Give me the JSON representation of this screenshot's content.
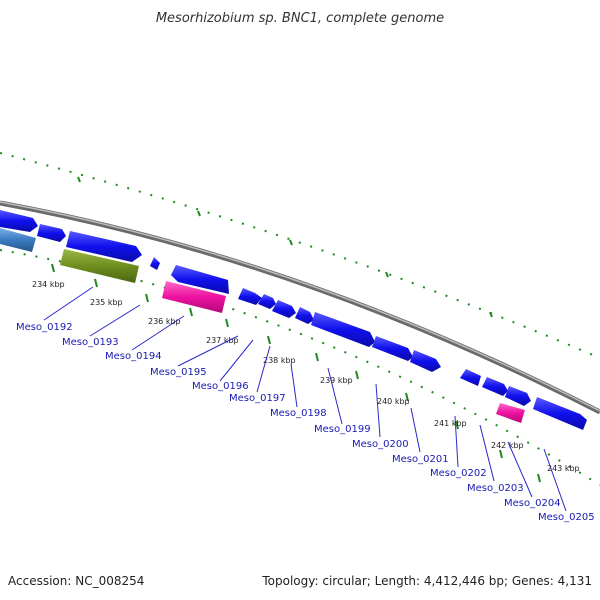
{
  "title": "Mesorhizobium sp. BNC1, complete genome",
  "footer": {
    "accession": "Accession: NC_008254",
    "topology": "Topology: circular; Length: 4,412,446 bp; Genes: 4,131"
  },
  "colors": {
    "background": "#ffffff",
    "backbone": "#8c8c8c",
    "tick": "#1f8a1f",
    "gene_blue": "#1010ee",
    "gene_olive": "#6e8e1e",
    "gene_magenta": "#ee10a0",
    "gene_steel": "#3a7ac0",
    "label_text": "#1a1ab3"
  },
  "kbp_labels": [
    "234 kbp",
    "235 kbp",
    "236 kbp",
    "237 kbp",
    "238 kbp",
    "239 kbp",
    "240 kbp",
    "241 kbp",
    "242 kbp",
    "243 kbp"
  ],
  "gene_labels": [
    "Meso_0192",
    "Meso_0193",
    "Meso_0194",
    "Meso_0195",
    "Meso_0196",
    "Meso_0197",
    "Meso_0198",
    "Meso_0199",
    "Meso_0200",
    "Meso_0201",
    "Meso_0202",
    "Meso_0203",
    "Meso_0204",
    "Meso_0205"
  ]
}
